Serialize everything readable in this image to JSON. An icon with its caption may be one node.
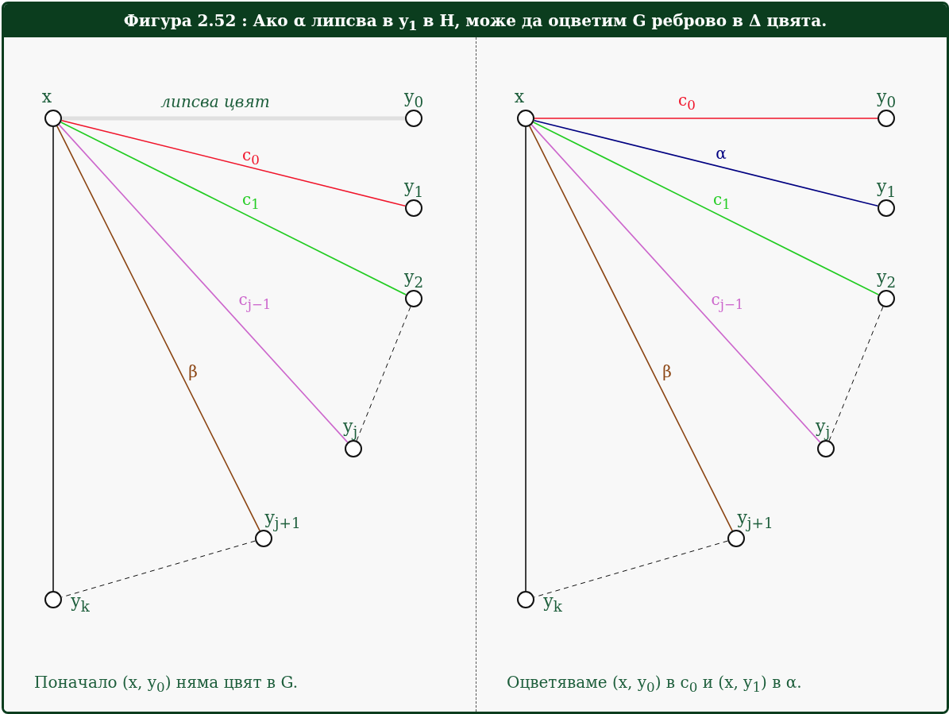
{
  "diagram": {
    "title": "Фигура 2.52 : Ако α липсва в y$_{1}$ в H, може да оцветим G реброво в Δ цвята.",
    "nodes": [
      {
        "text": [
          "Поначало (x, y$_{0}$) няма цвят в G."
        ]
      },
      {
        "text": [],
        "shape": "circle",
        "in": 0,
        "beside": [
          "x"
        ]
      },
      {
        "text": [],
        "shape": "circle",
        "in": 0,
        "beside": [
          "y$_{0}$"
        ]
      },
      {
        "text": [],
        "shape": "circle",
        "in": 0,
        "beside": [
          "y$_{1}$"
        ]
      },
      {
        "text": [],
        "shape": "circle",
        "in": 0,
        "beside": [
          "y$_{2}$"
        ]
      },
      {
        "text": [],
        "shape": "circle",
        "in": 0,
        "beside": [
          "y$_{j}$"
        ]
      },
      {
        "text": [],
        "shape": "circle",
        "in": 0,
        "beside": [
          "y$_{j+1}$"
        ]
      },
      {
        "text": [],
        "shape": "circle",
        "in": 0,
        "beside": [
          "y$_{k}$"
        ]
      },
      {
        "text": [
          "Оцветяваме (x, y$_{0}$) в c$_{0}$ и (x, y$_{1}$) в α."
        ]
      },
      {
        "text": [],
        "shape": "circle",
        "in": 8,
        "beside": [
          "x"
        ]
      },
      {
        "text": [],
        "shape": "circle",
        "in": 8,
        "beside": [
          "y$_{0}$"
        ]
      },
      {
        "text": [],
        "shape": "circle",
        "in": 8,
        "beside": [
          "y$_{1}$"
        ]
      },
      {
        "text": [],
        "shape": "circle",
        "in": 8,
        "beside": [
          "y$_{2}$"
        ]
      },
      {
        "text": [],
        "shape": "circle",
        "in": 8,
        "beside": [
          "y$_{j}$"
        ]
      },
      {
        "text": [],
        "shape": "circle",
        "in": 8,
        "beside": [
          "y$_{j+1}$"
        ]
      },
      {
        "text": [],
        "shape": "circle",
        "in": 8,
        "beside": [
          "y$_{k}$"
        ]
      }
    ],
    "edges": [
      {
        "from": 1,
        "to": 2,
        "arrow": "none",
        "label": "липсва цвят",
        "style": "thick",
        "color": "#e0e0e0"
      },
      {
        "from": 1,
        "to": 3,
        "arrow": "none",
        "label": "c$_{0}$",
        "color": "#f0142a"
      },
      {
        "from": 1,
        "to": 4,
        "arrow": "none",
        "label": "c$_{1}$",
        "color": "#22cc22"
      },
      {
        "from": 1,
        "to": 5,
        "arrow": "none",
        "label": "c$_{j−1}$",
        "color": "#cc66cc"
      },
      {
        "from": 1,
        "to": 6,
        "arrow": "none",
        "label": "β",
        "color": "#8b4513"
      },
      {
        "from": 1,
        "to": 7,
        "arrow": "none"
      },
      {
        "from": 4,
        "to": 5,
        "arrow": "none",
        "style": "dashed"
      },
      {
        "from": 6,
        "to": 7,
        "arrow": "none",
        "style": "dashed"
      },
      {
        "from": 9,
        "to": 10,
        "arrow": "none",
        "label": "c$_{0}$",
        "color": "#f0142a"
      },
      {
        "from": 9,
        "to": 11,
        "arrow": "none",
        "label": "α",
        "color": "#000080"
      },
      {
        "from": 9,
        "to": 12,
        "arrow": "none",
        "label": "c$_{1}$",
        "color": "#22cc22"
      },
      {
        "from": 9,
        "to": 13,
        "arrow": "none",
        "label": "c$_{j−1}$",
        "color": "#cc66cc"
      },
      {
        "from": 9,
        "to": 14,
        "arrow": "none",
        "label": "β",
        "color": "#8b4513"
      },
      {
        "from": 9,
        "to": 15,
        "arrow": "none"
      },
      {
        "from": 12,
        "to": 13,
        "arrow": "none",
        "style": "dashed"
      },
      {
        "from": 14,
        "to": 15,
        "arrow": "none",
        "style": "dashed"
      }
    ]
  }
}
